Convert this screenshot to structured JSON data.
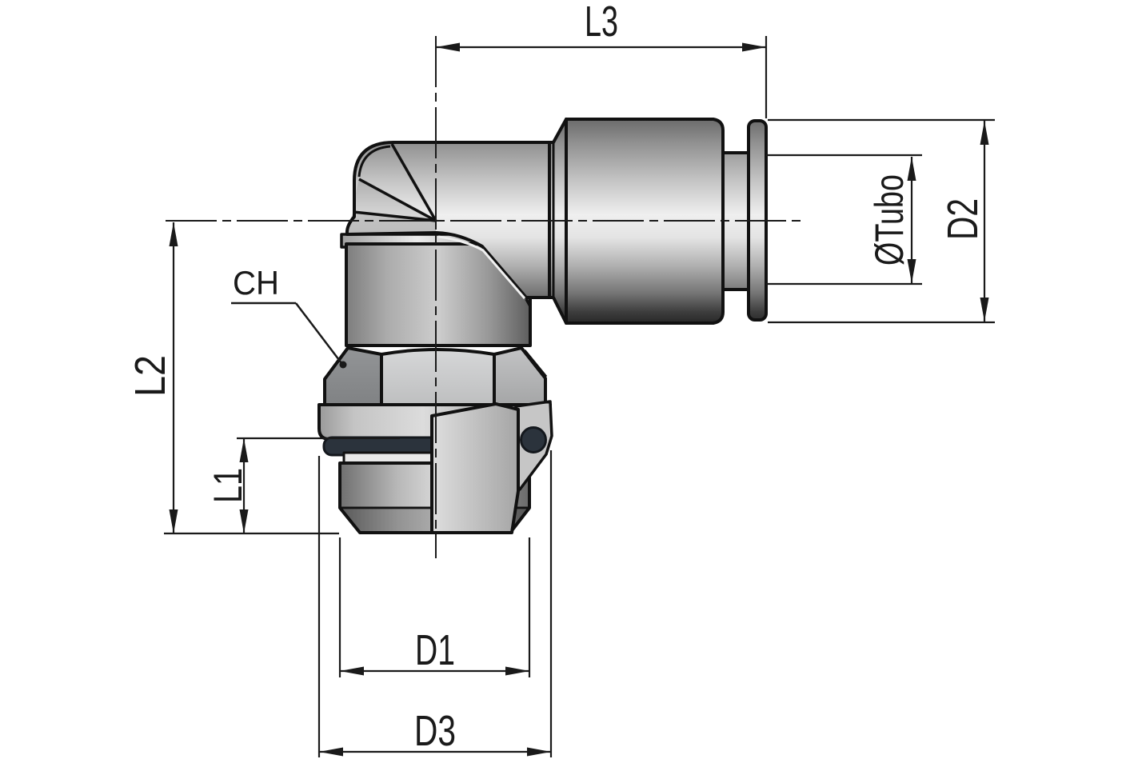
{
  "drawing": {
    "background": "#ffffff",
    "line_color": "#1a1a1a",
    "o_ring_color": "#2b333c",
    "metal_highlight": "#eeeeee",
    "metal_shadow": "#262626",
    "labels": {
      "l3": "L3",
      "d2": "D2",
      "tubo": "ØTubo",
      "l2": "L2",
      "l1": "L1",
      "ch": "CH",
      "d1": "D1",
      "d3": "D3"
    }
  }
}
